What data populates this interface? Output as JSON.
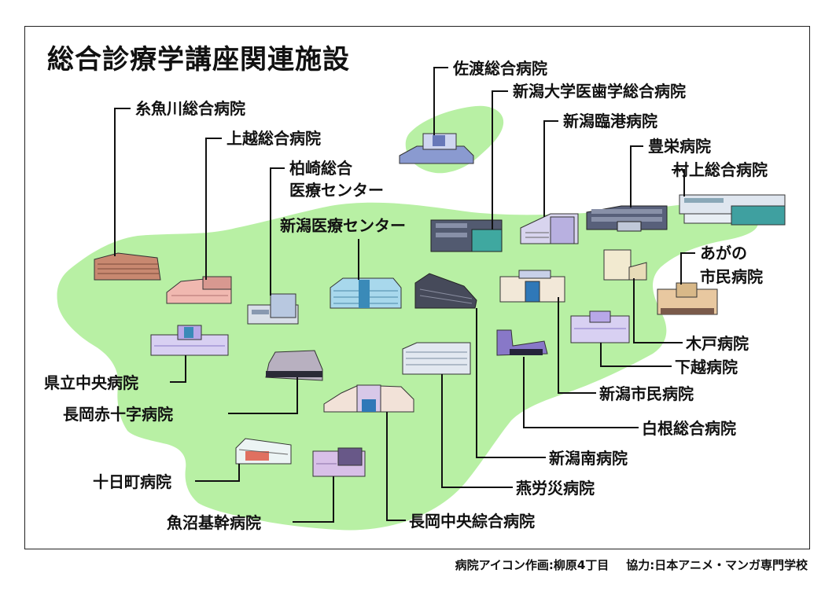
{
  "title": "総合診療学講座関連施設",
  "hospitals": [
    {
      "id": "sado",
      "name": "佐渡総合病院"
    },
    {
      "id": "niigata-univ",
      "name": "新潟大学医歯学総合病院"
    },
    {
      "id": "rinko",
      "name": "新潟臨港病院"
    },
    {
      "id": "toyosaka",
      "name": "豊栄病院"
    },
    {
      "id": "murakami",
      "name": "村上総合病院"
    },
    {
      "id": "itoigawa",
      "name": "糸魚川総合病院"
    },
    {
      "id": "joetsu",
      "name": "上越総合病院"
    },
    {
      "id": "kashiwazaki",
      "lines": [
        "柏崎総合",
        "医療センター"
      ]
    },
    {
      "id": "niigata-iryo",
      "name": "新潟医療センター"
    },
    {
      "id": "agano",
      "lines": [
        "あがの",
        "市民病院"
      ]
    },
    {
      "id": "kido",
      "name": "木戸病院"
    },
    {
      "id": "shimokoshi",
      "name": "下越病院"
    },
    {
      "id": "niigata-shimin",
      "name": "新潟市民病院"
    },
    {
      "id": "shirone",
      "name": "白根総合病院"
    },
    {
      "id": "niigata-minami",
      "name": "新潟南病院"
    },
    {
      "id": "tsubame-rosai",
      "name": "燕労災病院"
    },
    {
      "id": "nagaoka-chuo",
      "name": "長岡中央綜合病院"
    },
    {
      "id": "uonuma",
      "name": "魚沼基幹病院"
    },
    {
      "id": "tokamachi",
      "name": "十日町病院"
    },
    {
      "id": "nagaoka-sekijuji",
      "name": "長岡赤十字病院"
    },
    {
      "id": "kenritsu-chuo",
      "name": "県立中央病院"
    }
  ],
  "credits": {
    "illustration": "病院アイコン作画:柳原4丁目",
    "cooperation": "協力:日本アニメ・マンガ専門学校"
  },
  "colors": {
    "land": "#b8f0a4",
    "leader_line": "#111111",
    "frame": "#222222"
  }
}
